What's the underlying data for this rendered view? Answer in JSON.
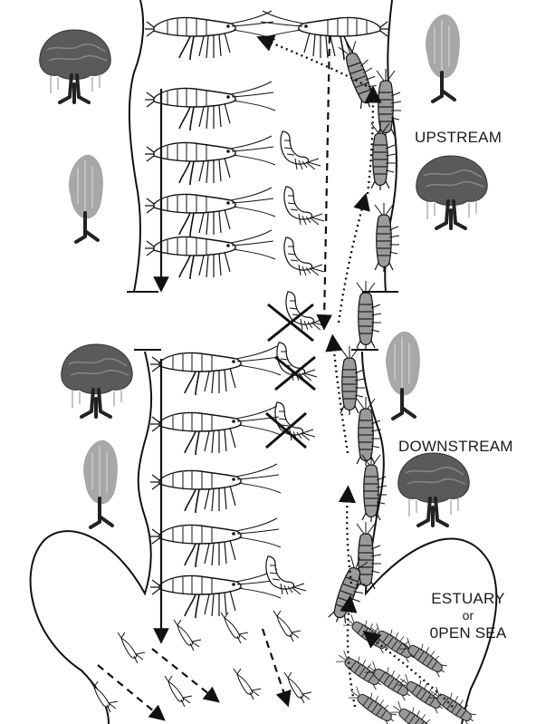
{
  "labels": {
    "upstream": "UPSTREAM",
    "downstream": "DOWNSTREAM",
    "estuary_line1": "ESTUARY",
    "estuary_line2": "or",
    "estuary_line3": "0PEN SEA"
  },
  "colors": {
    "ink": "#111111",
    "tree_dark": "#555555",
    "tree_light": "#9a9a9a",
    "shrimp_fill": "#ffffff",
    "striped_shrimp": "#8a8a8a"
  },
  "icons": {
    "tree": "tree-icon",
    "adult_shrimp": "prawn-adult-icon",
    "juvenile_shrimp": "prawn-juvenile-icon",
    "larva": "larva-icon",
    "cross": "cross-mark-icon"
  }
}
